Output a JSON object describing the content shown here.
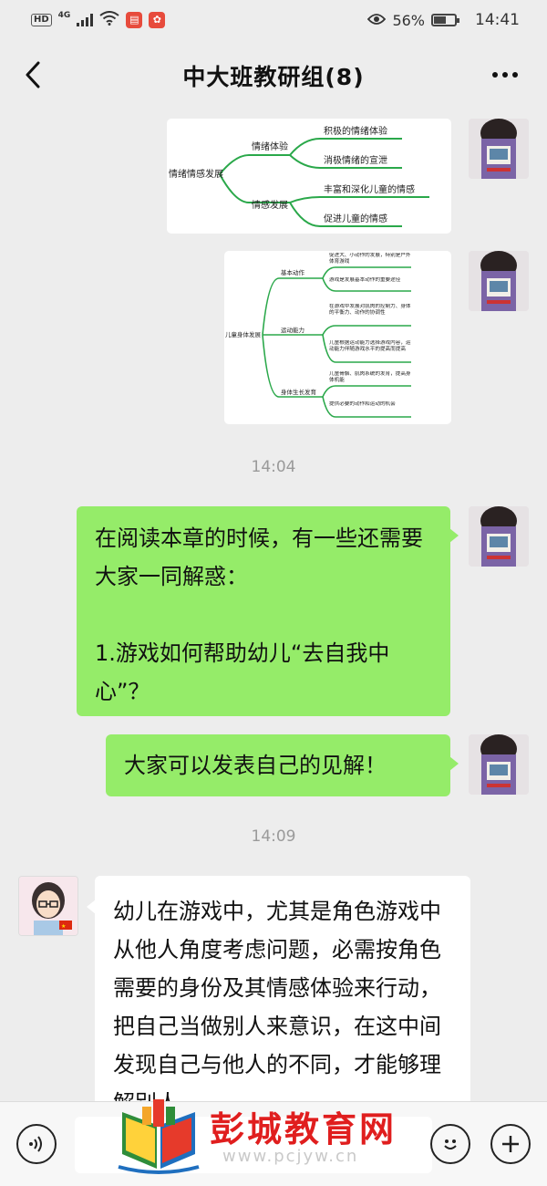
{
  "status_bar": {
    "hd": "HD",
    "network": "4G",
    "battery_percent": "56%",
    "time": "14:41"
  },
  "header": {
    "title": "中大班教研组(8)"
  },
  "mindmap1": {
    "root": "情绪情感发展",
    "branches": [
      {
        "label": "情绪体验",
        "leaves": [
          "积极的情绪体验",
          "消极情绪的宣泄"
        ]
      },
      {
        "label": "情感发展",
        "leaves": [
          "丰富和深化儿童的情感",
          "促进儿童的情感"
        ]
      }
    ]
  },
  "mindmap2": {
    "root": "儿童身体发展",
    "branches": [
      {
        "label": "基本动作",
        "leaves": [
          "促进大、小动作的发展，特别是户外体育游戏",
          "游戏是发展基本动作的重要途径"
        ]
      },
      {
        "label": "运动能力",
        "leaves": [
          "在游戏中发展对肌肉的控制力、身体的平衡力、动作的协调性",
          "儿童根据运动能力选择游戏内容，运动能力伴随游戏水平的提高而提高"
        ]
      },
      {
        "label": "身体生长发育",
        "leaves": [
          "儿童骨骼、肌肉系统的发育，提高身体机能",
          "提供必要的动作和运动的机会"
        ]
      }
    ]
  },
  "messages": {
    "time1": "14:04",
    "msg1": "在阅读本章的时候，有一些还需要大家一同解惑：\n\n1.游戏如何帮助幼儿“去自我中心”？",
    "msg2": "大家可以发表自己的见解！",
    "time2": "14:09",
    "msg3": "幼儿在游戏中，尤其是角色游戏中从他人角度考虑问题，必需按角色需要的身份及其情感体验来行动，把自己当做别人来意识，在这中间发现自己与他人的不同，才能够理解别人"
  },
  "watermark": {
    "text": "彭城教育网",
    "url": "www.pcjyw.cn"
  },
  "icons": {
    "back": "chevron-left-icon",
    "more": "more-dots-icon",
    "voice": "voice-icon",
    "emoji": "emoji-icon",
    "add": "plus-icon"
  }
}
